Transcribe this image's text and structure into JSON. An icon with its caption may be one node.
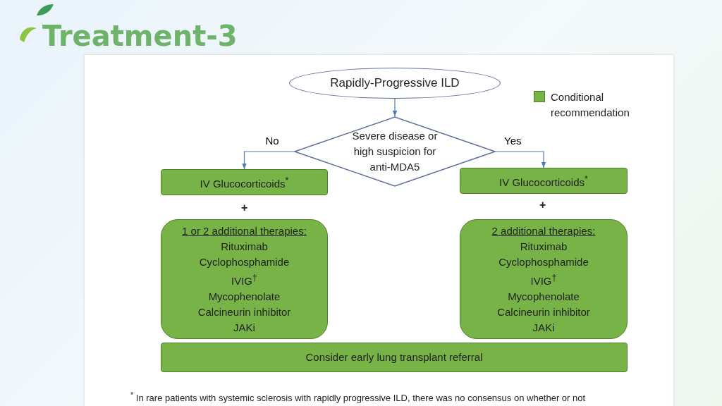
{
  "diagram": {
    "title": "Treatment-3",
    "nodes": [
      {
        "text": [
          "Rapidly-Progressive ILD"
        ]
      },
      {
        "text": [
          "Severe disease or high suspicion for anti-MDA5"
        ]
      },
      {
        "text": [
          "IV Glucocorticoids$^{*}$"
        ]
      },
      {
        "text": [
          "1 or 2 additional therapies:",
          "Rituximab",
          "Cyclophosphamide",
          "IVIG$^{†}$",
          "Mycophenolate",
          "Calcineurin inhibitor",
          "JAKi"
        ]
      },
      {
        "text": [
          "IV Glucocorticoids$^{*}$"
        ]
      },
      {
        "text": [
          "2 additional therapies:",
          "Rituximab",
          "Cyclophosphamide",
          "IVIG$^{†}$",
          "Mycophenolate",
          "Calcineurin inhibitor",
          "JAKi"
        ]
      },
      {
        "text": [
          "Consider early lung transplant referral"
        ]
      }
    ],
    "edges": [
      {
        "from": 0,
        "to": 1,
        "arrow": "to"
      },
      {
        "from": 1,
        "to": 2,
        "arrow": "to",
        "label": "No"
      },
      {
        "from": 1,
        "to": 4,
        "arrow": "to",
        "label": "Yes"
      }
    ],
    "labels": [
      "+",
      "+",
      "$^{*}$ In rare patients with systemic sclerosis with rapidly progressive ILD, there was no consensus on whether or not"
    ],
    "legend": [
      {
        "text": "Conditional recommendation",
        "color": "#77b347"
      }
    ]
  }
}
